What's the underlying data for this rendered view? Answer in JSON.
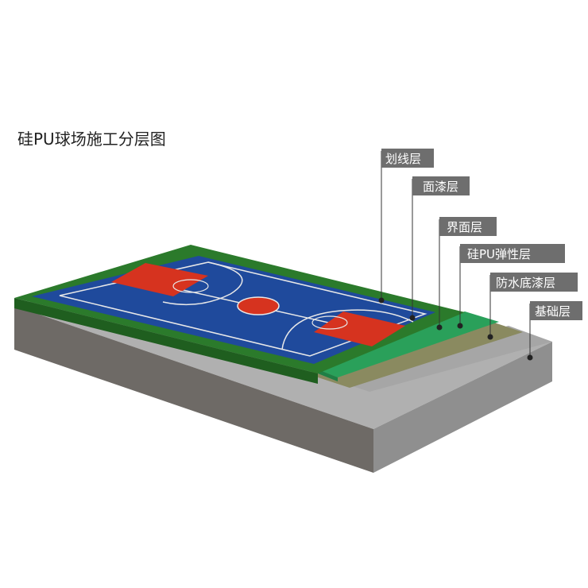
{
  "title": "硅PU球场施工分层图",
  "layers": [
    {
      "key": "marking",
      "label": "划线层"
    },
    {
      "key": "topcoat",
      "label": "面漆层"
    },
    {
      "key": "interface",
      "label": "界面层"
    },
    {
      "key": "elastic",
      "label": "硅PU弹性层"
    },
    {
      "key": "primer",
      "label": "防水底漆层"
    },
    {
      "key": "base",
      "label": "基础层"
    }
  ],
  "colors": {
    "court_blue": "#1f4a9c",
    "court_green": "#2b7a2b",
    "key_red": "#d6331f",
    "interface_green": "#2aa05a",
    "primer_olive": "#8a8a60",
    "base_gray": "#9a9a9a",
    "base_dark": "#6e6a66",
    "label_bg": "#6e6e6e"
  }
}
